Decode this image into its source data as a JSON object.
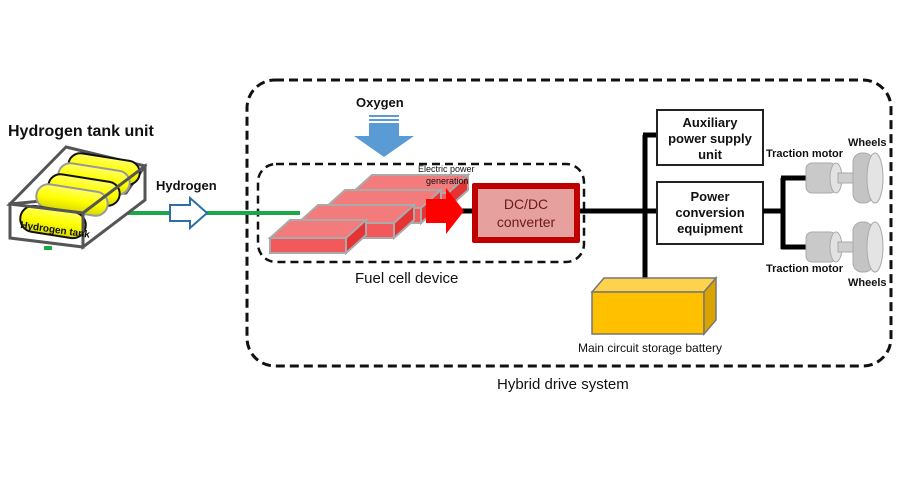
{
  "diagram": {
    "hydrogen_tank_unit_label": "Hydrogen tank unit",
    "hydrogen_tank_label": "Hydrogen tank",
    "hydrogen_flow_label": "Hydrogen",
    "oxygen_label": "Oxygen",
    "electric_power_label_line1": "Electric power",
    "electric_power_label_line2": "generation",
    "dcdc_line1": "DC/DC",
    "dcdc_line2": "converter",
    "fuel_cell_device_label": "Fuel cell device",
    "aux_line1": "Auxiliary",
    "aux_line2": "power supply",
    "aux_line3": "unit",
    "pce_line1": "Power",
    "pce_line2": "conversion",
    "pce_line3": "equipment",
    "traction_motor_top": "Traction motor",
    "traction_motor_bottom": "Traction motor",
    "wheels_top": "Wheels",
    "wheels_bottom": "Wheels",
    "battery_label": "Main circuit storage battery",
    "hybrid_system_label": "Hybrid drive system"
  },
  "colors": {
    "hydrogen_line": "#1aa84a",
    "hydrogen_arrow_stroke": "#2f6fa8",
    "oxygen_arrow": "#5b9bd5",
    "fuel_cell": "#f2595a",
    "power_arrow": "#ff0000",
    "dcdc_border": "#c00000",
    "dcdc_fill": "#e6a19f",
    "battery": "#ffc000",
    "tank": "#ffff00",
    "motor": "#c9c9c9"
  }
}
